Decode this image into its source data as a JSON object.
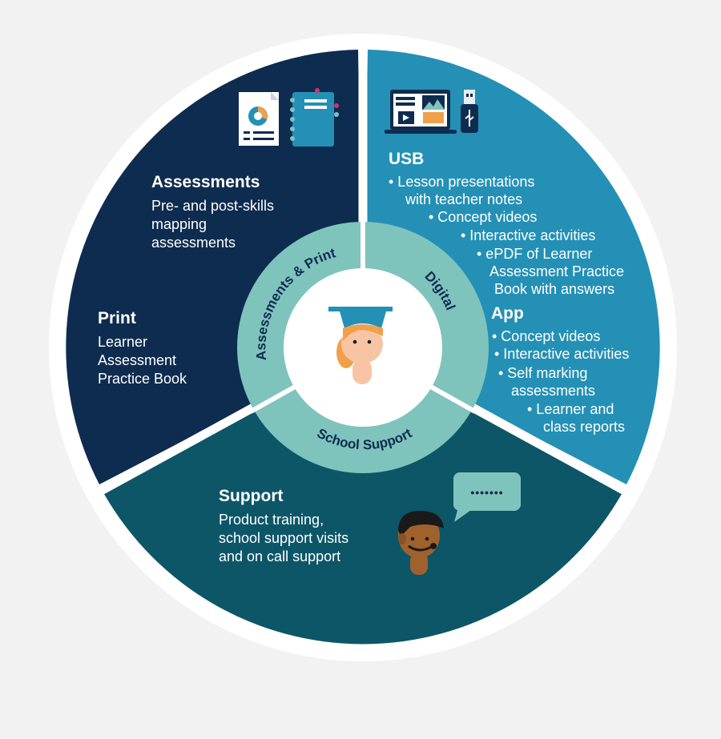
{
  "ring_labels": {
    "assessments_print": "Assessments & Print",
    "digital": "Digital",
    "school_support": "School Support"
  },
  "assessments": {
    "heading": "Assessments",
    "lines": [
      "Pre- and post-skills",
      "mapping",
      "assessments"
    ]
  },
  "print": {
    "heading": "Print",
    "lines": [
      "Learner",
      "Assessment",
      "Practice Book"
    ]
  },
  "usb": {
    "heading": "USB",
    "lines": [
      "• Lesson presentations",
      "with teacher notes",
      "• Concept videos",
      "• Interactive activities",
      "• ePDF of Learner",
      "Assessment Practice",
      "Book with answers"
    ]
  },
  "app": {
    "heading": "App",
    "lines": [
      "• Concept videos",
      "• Interactive activities",
      "• Self marking",
      "assessments",
      "• Learner and",
      "class reports"
    ]
  },
  "support": {
    "heading": "Support",
    "lines": [
      "Product training,",
      "school support visits",
      "and on call support"
    ]
  },
  "speech_bubble": "•••••••",
  "colors": {
    "background": "#f2f2f2",
    "outer_ring": "#ffffff",
    "assessments_print_segment": "#0e2c4f",
    "digital_segment": "#2490b5",
    "support_segment": "#0d5668",
    "inner_ring": "#7fc3bd",
    "center": "#ffffff"
  }
}
